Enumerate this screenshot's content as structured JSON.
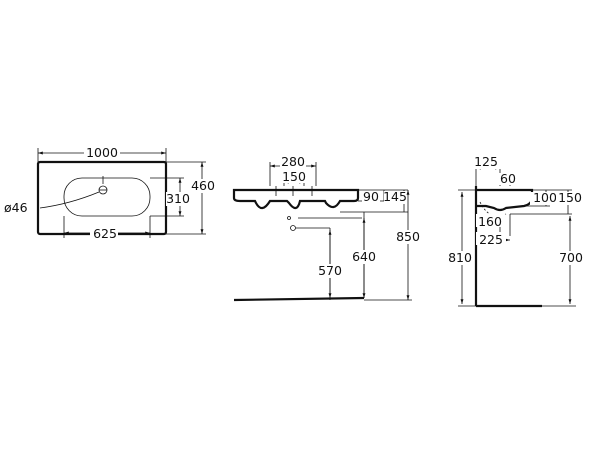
{
  "plan_view": {
    "width_1000": "1000",
    "depth_460": "460",
    "basin_310": "310",
    "basin_625": "625",
    "hole_dia": "ø46"
  },
  "front_view": {
    "tap_280": "280",
    "tap_150": "150",
    "rim_90": "90",
    "rim_145": "145",
    "h_570": "570",
    "h_640": "640",
    "h_850": "850"
  },
  "side_view": {
    "s_125": "125",
    "s_60": "60",
    "s_100": "100",
    "s_150": "150",
    "s_160": "160",
    "s_225": "225",
    "h_810": "810",
    "h_700": "700"
  }
}
